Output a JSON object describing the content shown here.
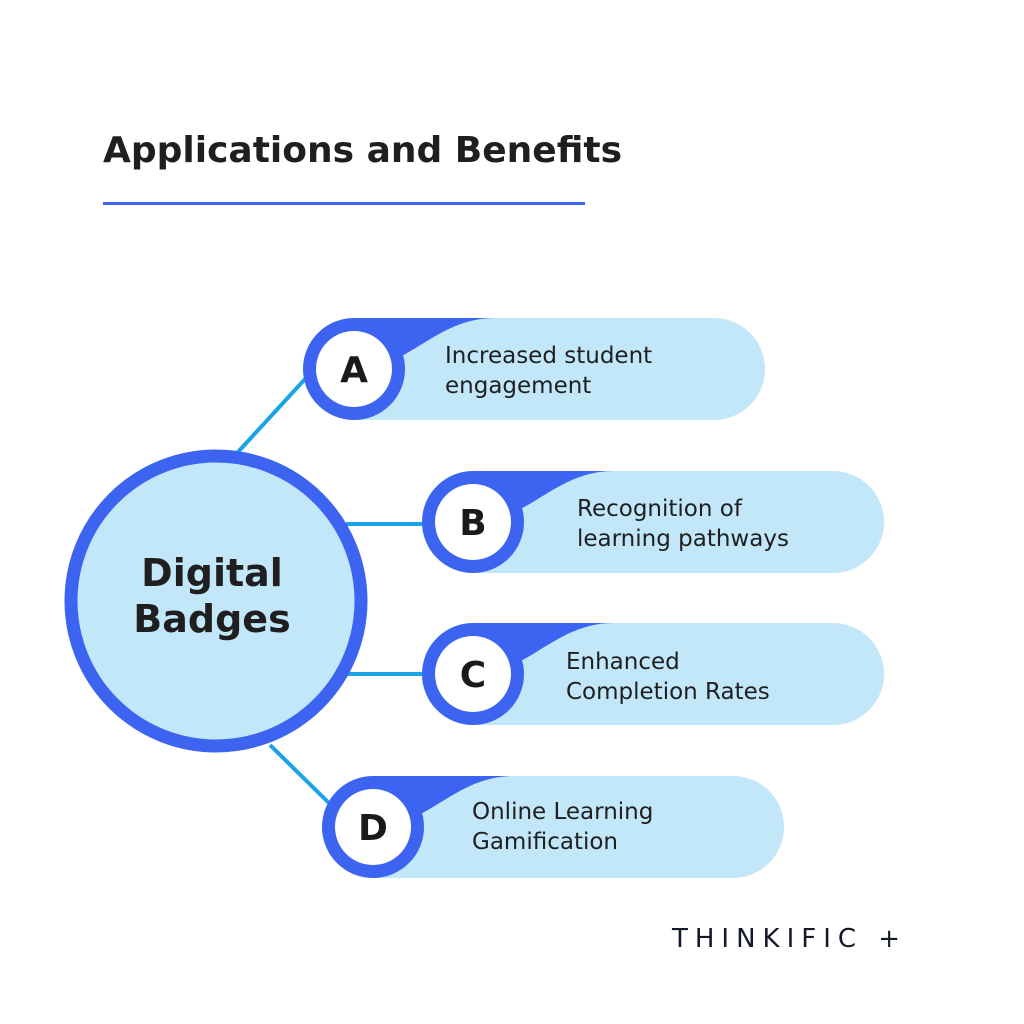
{
  "title": "Applications and Benefits",
  "center": {
    "line1": "Digital",
    "line2": "Badges"
  },
  "items": [
    {
      "letter": "A",
      "line1": "Increased student",
      "line2": "engagement"
    },
    {
      "letter": "B",
      "line1": "Recognition of",
      "line2": "learning pathways"
    },
    {
      "letter": "C",
      "line1": "Enhanced",
      "line2": "Completion Rates"
    },
    {
      "letter": "D",
      "line1": "Online Learning",
      "line2": "Gamification"
    }
  ],
  "logo": "THINKIFIC +",
  "colors": {
    "accent_blue": "#3c64f0",
    "light_blue": "#c1e7f9",
    "connector": "#1aa3e6",
    "text": "#1f1f1f"
  }
}
